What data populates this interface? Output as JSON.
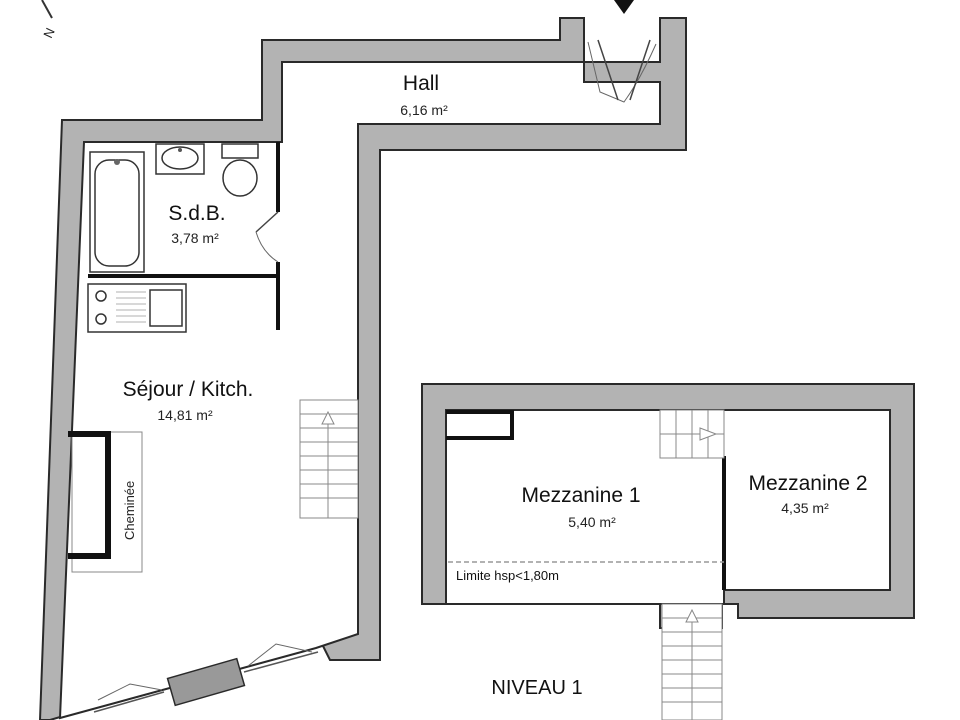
{
  "compass": {
    "label": "N"
  },
  "rooms": {
    "hall": {
      "name": "Hall",
      "area": "6,16 m²"
    },
    "sdb": {
      "name": "S.d.B.",
      "area": "3,78 m²"
    },
    "sejour": {
      "name": "Séjour / Kitch.",
      "area": "14,81 m²"
    },
    "mezz1": {
      "name": "Mezzanine 1",
      "area": "5,40 m²"
    },
    "mezz2": {
      "name": "Mezzanine 2",
      "area": "4,35 m²"
    }
  },
  "labels": {
    "cheminee": "Cheminée",
    "limite": "Limite hsp<1,80m",
    "niveau": "NIVEAU 1"
  }
}
